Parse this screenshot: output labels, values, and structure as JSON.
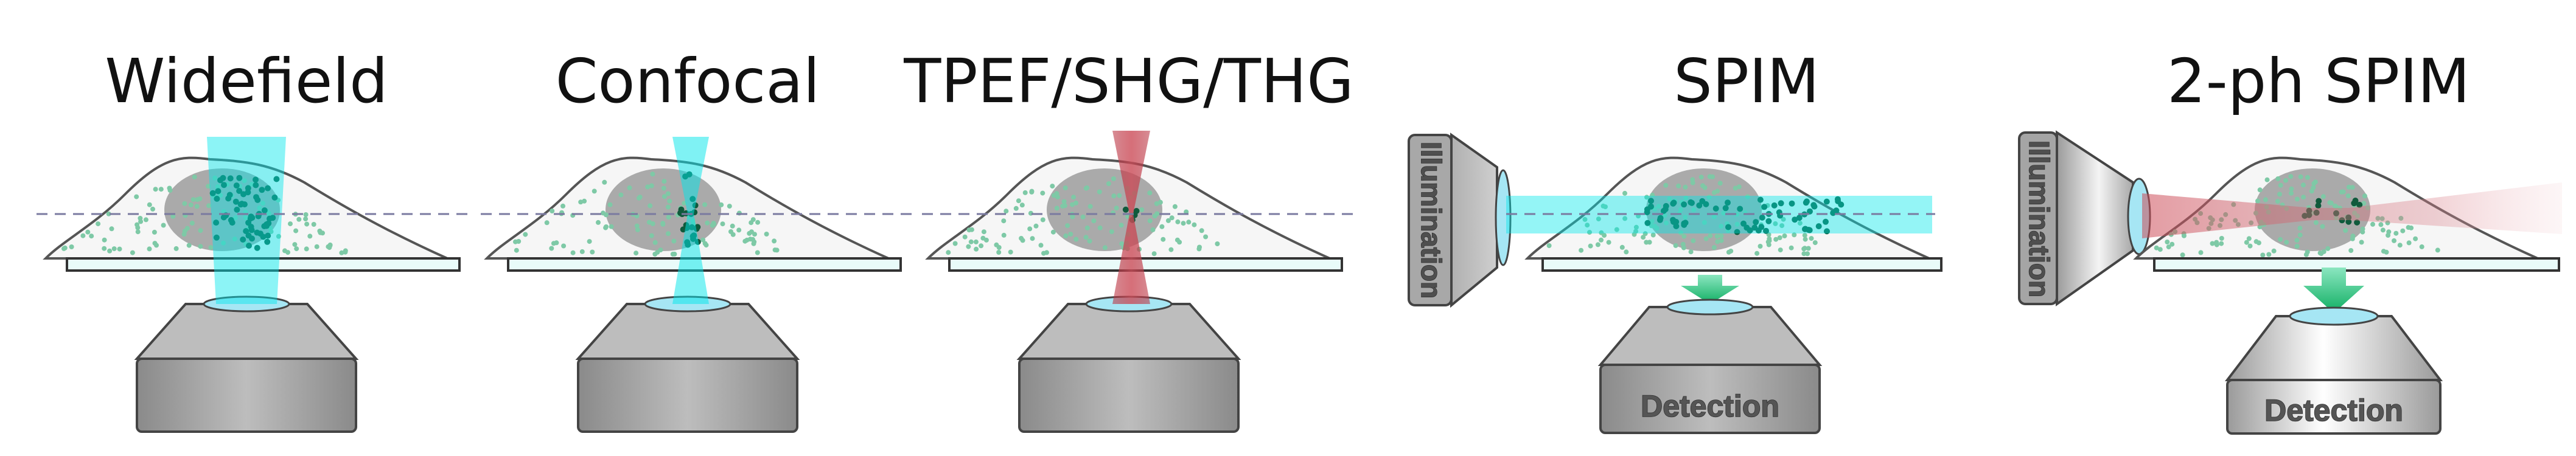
{
  "panels": [
    {
      "title": "Widefield",
      "beam": "widefield"
    },
    {
      "title": "Confocal",
      "beam": "confocal"
    },
    {
      "title": "TPEF/SHG/THG",
      "beam": "multiphoton"
    },
    {
      "title": "SPIM",
      "beam": "lightsheet"
    },
    {
      "title": "2-ph SPIM",
      "beam": "two-photon-lightsheet"
    }
  ],
  "labels": {
    "illumination": "Illumination",
    "detection": "Detection"
  },
  "colors": {
    "cyan_beam": "#00e6ea",
    "red_beam": "#cc4b57",
    "nucleus": "#9c9c9c",
    "dots_light": "#7ec9a6",
    "dots_dark": "#0f5a3c",
    "slide": "#e9fbf9",
    "objective": "#b4b4b4",
    "detection_arrow": "#22c77a"
  },
  "icons": {
    "objective": "objective-lens-icon",
    "illumination": "illumination-objective-icon",
    "arrow": "detection-arrow-icon"
  }
}
